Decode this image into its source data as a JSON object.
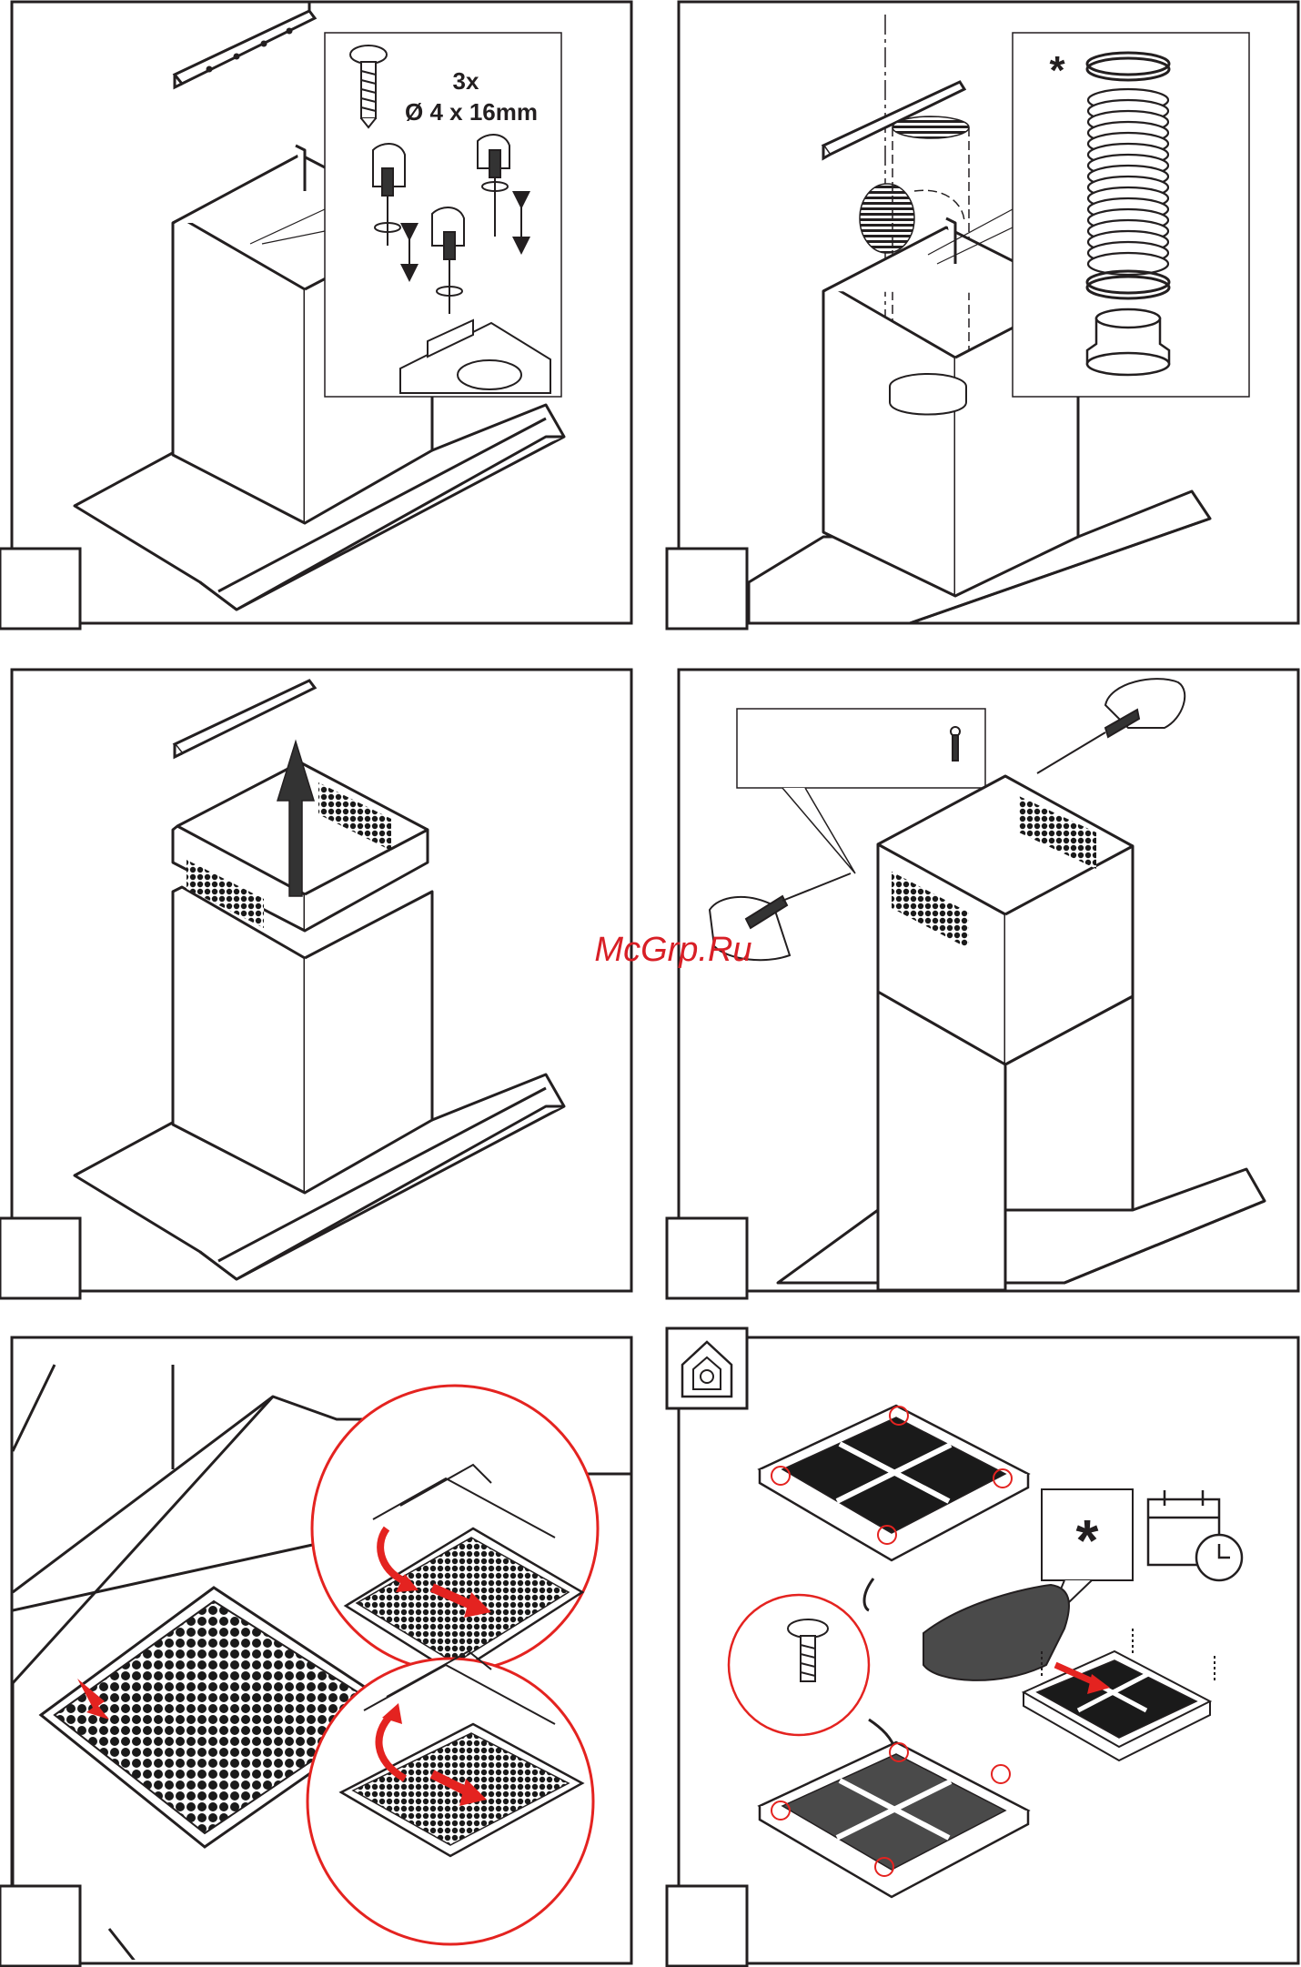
{
  "panels": [
    {
      "id": "p1",
      "screw_callout": {
        "count": "3x",
        "size": "Ø 4 x 16mm"
      }
    },
    {
      "id": "p2",
      "optional_mark": "*"
    },
    {
      "id": "p3"
    },
    {
      "id": "p4"
    },
    {
      "id": "p5"
    },
    {
      "id": "p6",
      "optional_mark": "*"
    }
  ],
  "watermark": "McGrp.Ru",
  "colors": {
    "line": "#231f20",
    "accent_red": "#e42320",
    "filter_dark": "#1a1a1a",
    "carbon_grey": "#4a4a4a",
    "watermark": "#d81f26"
  }
}
